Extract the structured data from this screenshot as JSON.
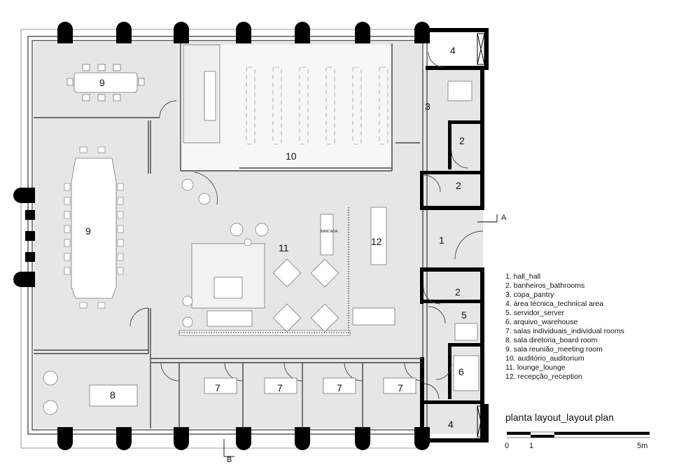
{
  "plan": {
    "rooms": {
      "r9_top": "9",
      "r9_left": "9",
      "r10": "10",
      "r11": "11",
      "r12": "12",
      "r1": "1",
      "r2_a": "2",
      "r2_b": "2",
      "r2_c": "2",
      "r3": "3",
      "r4_top": "4",
      "r4_bottom": "4",
      "r5": "5",
      "r6": "6",
      "r7_a": "7",
      "r7_b": "7",
      "r7_c": "7",
      "r7_d": "7",
      "r8": "8"
    },
    "reception_desk_tag": "BANCADA",
    "section_a": "A",
    "section_b": "B"
  },
  "legend": [
    "1. hall_hall",
    "2. banheiros_bathrooms",
    "3. copa_pantry",
    "4. área técnica_technical area",
    "5. servidor_server",
    "6. arquivo_warehouse",
    "7. salas individuais_individual rooms",
    "8. sala diretoria_board room",
    "9. sala reunião_meeting room",
    "10. auditório_auditorium",
    "11. lounge_lounge",
    "12. recepção_reception"
  ],
  "title": "planta layout_layout plan",
  "scale": {
    "zero": "0",
    "one": "1",
    "five": "5m"
  },
  "colors": {
    "wall": "#000000",
    "floor": "#e6e6e6",
    "line": "#555555"
  }
}
